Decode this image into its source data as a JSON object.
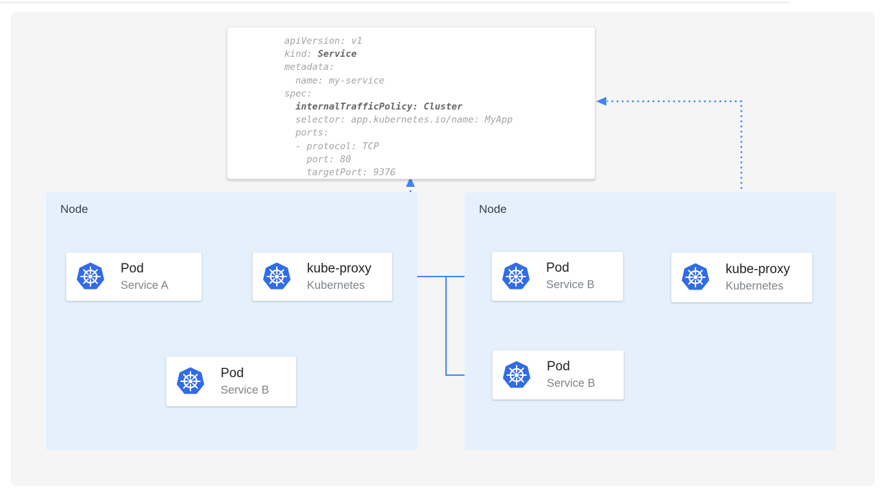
{
  "code_card": {
    "lines": [
      {
        "n": "apiVersion: v1"
      },
      {
        "n": "kind: ",
        "b": "Service"
      },
      {
        "n": "metadata:"
      },
      {
        "n": "  name: my-service"
      },
      {
        "n": "spec:"
      },
      {
        "n": "  ",
        "b": "internalTrafficPolicy: Cluster"
      },
      {
        "n": "  selector: app.kubernetes.io/name: MyApp"
      },
      {
        "n": "  ports:"
      },
      {
        "n": "  - protocol: TCP"
      },
      {
        "n": "    port: 80"
      },
      {
        "n": "    targetPort: 9376"
      }
    ]
  },
  "nodes": [
    {
      "label": "Node",
      "cards": [
        {
          "icon": "kubernetes-wheel-icon",
          "title": "Pod",
          "subtitle": "Service A"
        },
        {
          "icon": "kubernetes-wheel-icon",
          "title": "kube-proxy",
          "subtitle": "Kubernetes"
        },
        {
          "icon": "kubernetes-wheel-icon",
          "title": "Pod",
          "subtitle": "Service B"
        }
      ]
    },
    {
      "label": "Node",
      "cards": [
        {
          "icon": "kubernetes-wheel-icon",
          "title": "Pod",
          "subtitle": "Service B"
        },
        {
          "icon": "kubernetes-wheel-icon",
          "title": "Pod",
          "subtitle": "Service B"
        },
        {
          "icon": "kubernetes-wheel-icon",
          "title": "kube-proxy",
          "subtitle": "Kubernetes"
        }
      ]
    }
  ],
  "colors": {
    "kubernetes_blue": "#326CE5",
    "arrow_blue": "#4285F4",
    "node_bg": "#E4F1FC",
    "canvas_bg": "#F5F5F6",
    "code_normal": "#A2A4A6",
    "code_bold": "#636567"
  }
}
